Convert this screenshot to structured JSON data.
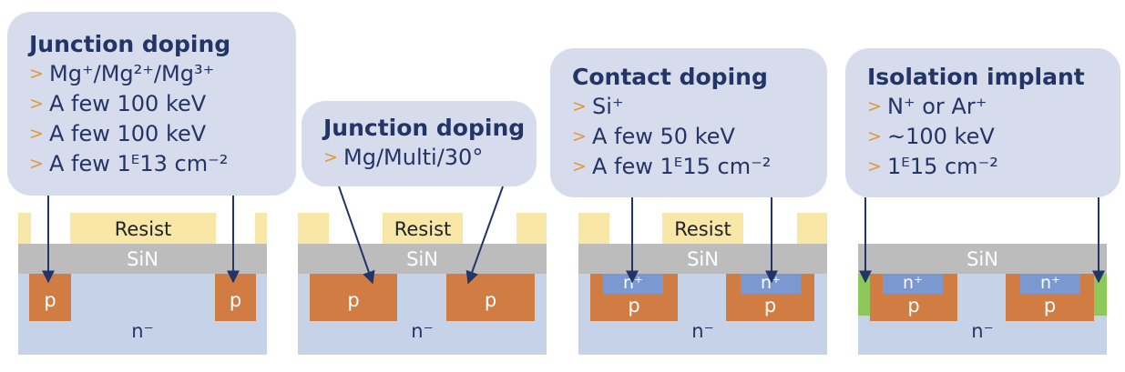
{
  "panels": [
    {
      "callout": {
        "title": "Junction doping",
        "items": [
          "Mg⁺/Mg²⁺/Mg³⁺",
          "A few 100 keV",
          "A few 100 keV",
          "A few 1ᴱ13 cm⁻²"
        ]
      },
      "labels": {
        "resist": "Resist",
        "sin": "SiN",
        "p": "p",
        "n": "n⁻"
      }
    },
    {
      "callout": {
        "title": "Junction doping",
        "items": [
          "Mg/Multi/30°"
        ]
      },
      "labels": {
        "resist": "Resist",
        "sin": "SiN",
        "p": "p",
        "n": "n⁻"
      }
    },
    {
      "callout": {
        "title": "Contact doping",
        "items": [
          "Si⁺",
          "A few 50 keV",
          "A few 1ᴱ15 cm⁻²"
        ]
      },
      "labels": {
        "resist": "Resist",
        "sin": "SiN",
        "p": "p",
        "nplus": "n⁺",
        "n": "n⁻"
      }
    },
    {
      "callout": {
        "title": "Isolation implant",
        "items": [
          "N⁺ or Ar⁺",
          "~100 keV",
          "1ᴱ15 cm⁻²"
        ]
      },
      "labels": {
        "sin": "SiN",
        "p": "p",
        "nplus": "n⁺",
        "n": "n⁻"
      }
    }
  ],
  "bullet_symbol": ">",
  "colors": {
    "callout_bg": "#d6dceb",
    "title_text": "#233467",
    "bullet": "#e0963c",
    "resist": "#f8e7a6",
    "sin": "#bcbcbc",
    "substrate": "#c5d2e8",
    "p_well": "#d07c42",
    "n_plus": "#7b98d0",
    "isolation": "#8fc85a",
    "arrow": "#233467"
  }
}
